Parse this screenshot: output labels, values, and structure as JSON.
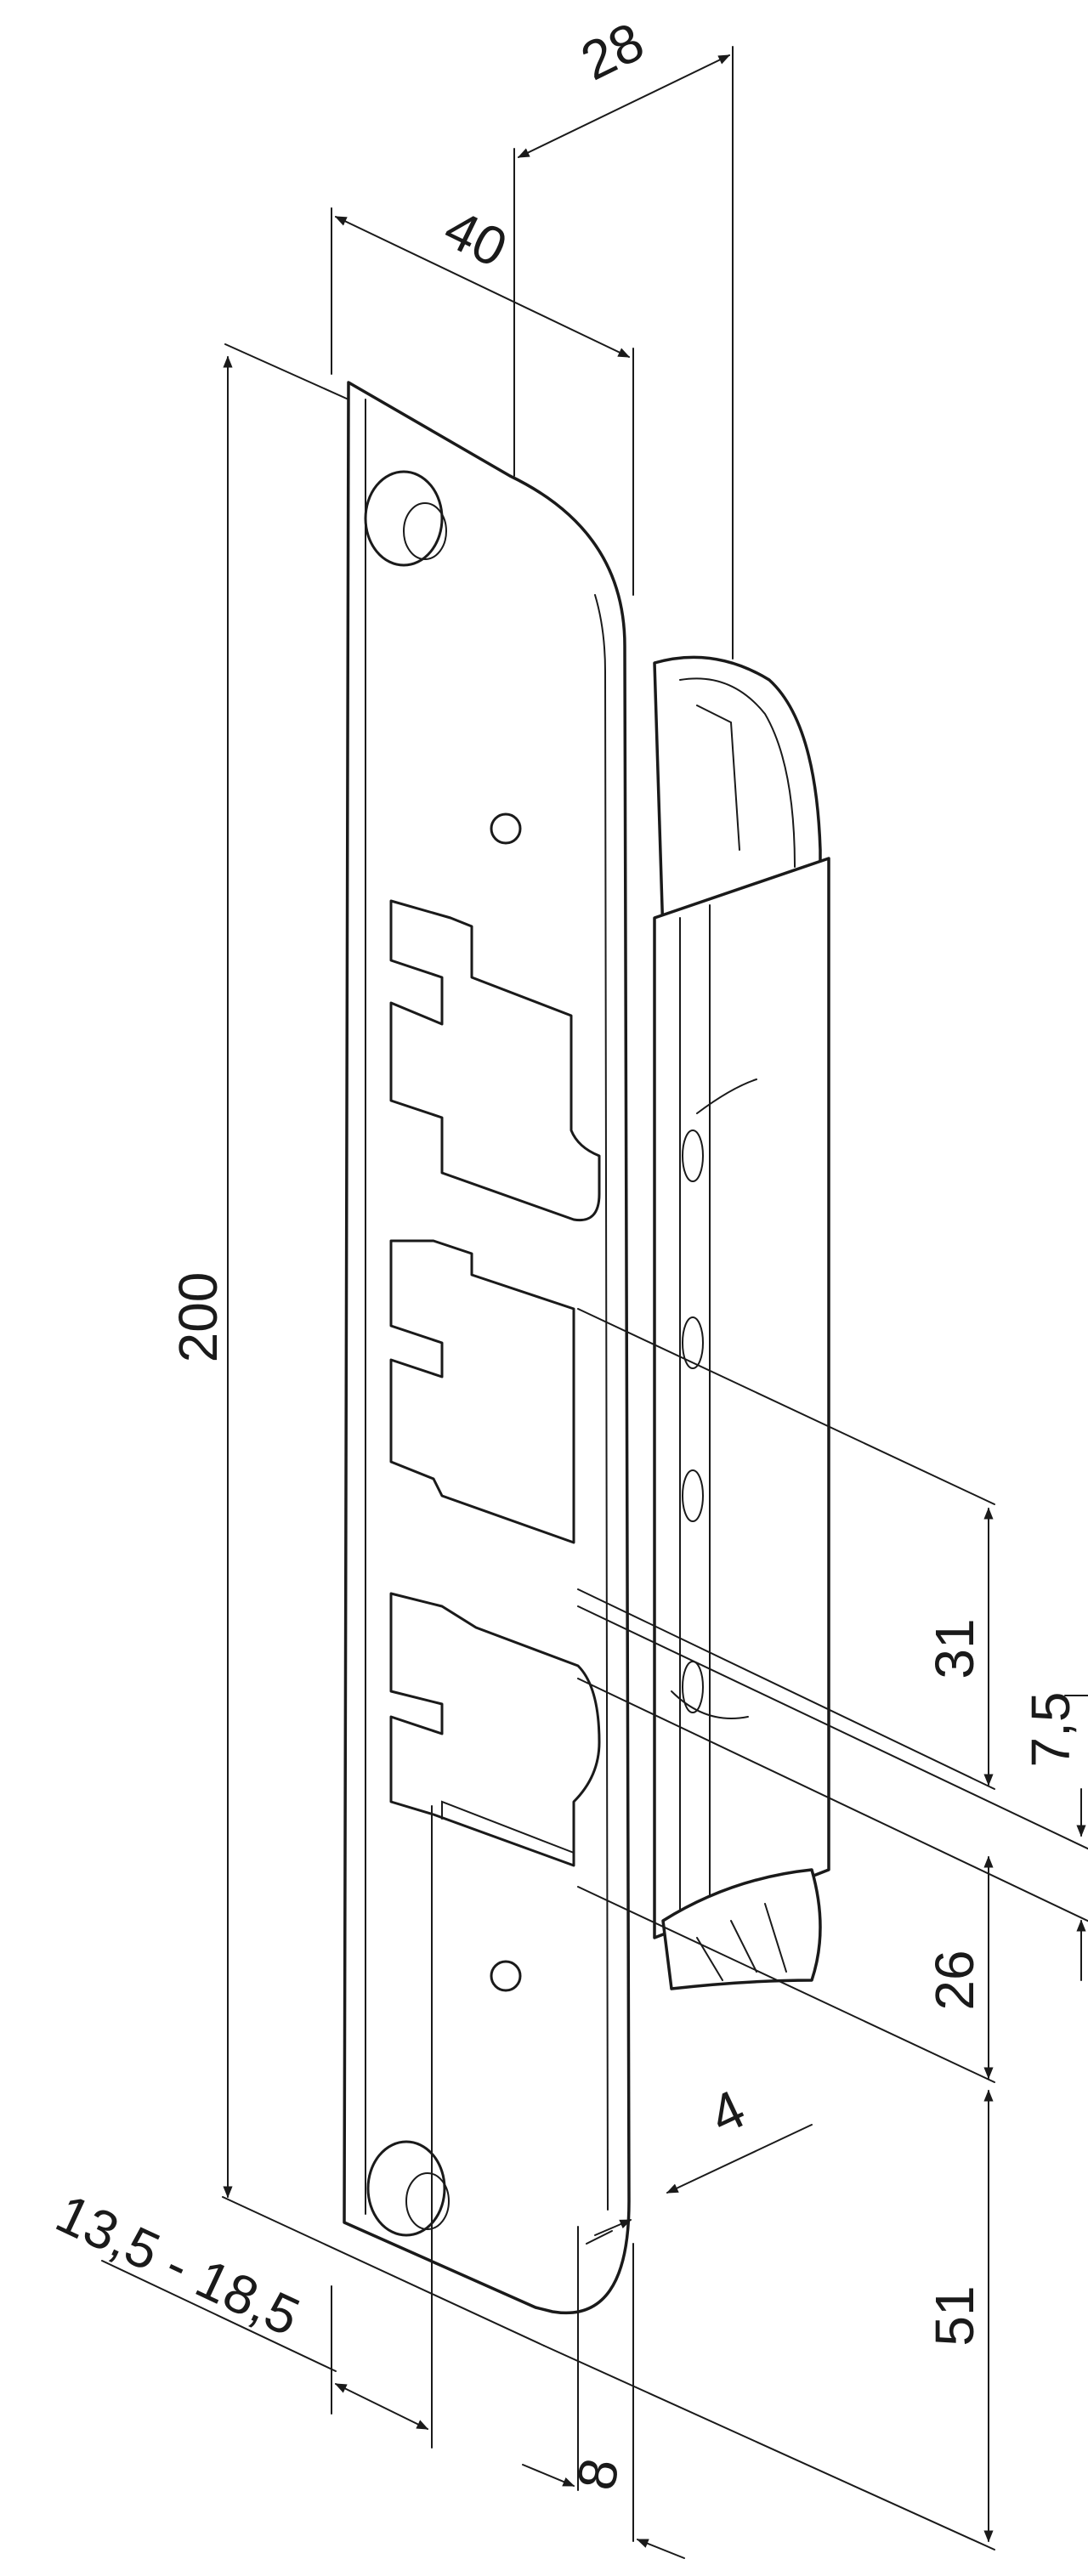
{
  "colors": {
    "line": "#1a1a1a",
    "background": "#ffffff"
  },
  "dimensions": {
    "d28": "28",
    "d40": "40",
    "d200": "200",
    "d31": "31",
    "d7_5": "7,5",
    "d26": "26",
    "d4": "4",
    "d51": "51",
    "d13_5_18_5": "13,5 - 18,5",
    "d8": "8"
  }
}
